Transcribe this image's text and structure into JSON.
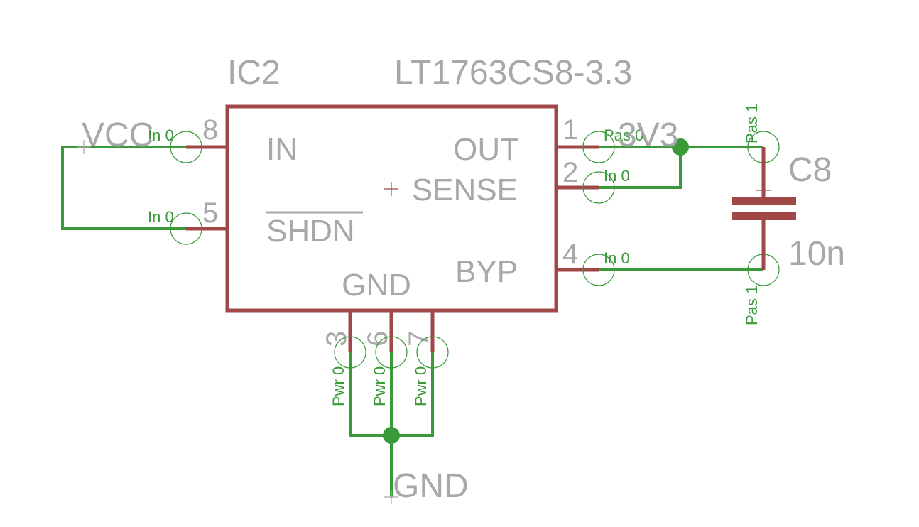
{
  "part": {
    "refdes": "IC2",
    "value": "LT1763CS8-3.3"
  },
  "pins": {
    "in": {
      "name": "IN",
      "number": "8",
      "type": "In 0"
    },
    "shdn": {
      "name": "SHDN",
      "number": "5",
      "type": "In 0"
    },
    "out": {
      "name": "OUT",
      "number": "1",
      "type": "Pas 0"
    },
    "sense": {
      "name": "SENSE",
      "number": "2",
      "type": "In 0"
    },
    "byp": {
      "name": "BYP",
      "number": "4",
      "type": "In 0"
    },
    "gnd_group": {
      "name": "GND"
    },
    "gnd3": {
      "number": "3",
      "type": "Pwr 0"
    },
    "gnd6": {
      "number": "6",
      "type": "Pwr 0"
    },
    "gnd7": {
      "number": "7",
      "type": "Pwr 0"
    }
  },
  "nets": {
    "vcc": "VCC",
    "v3v3": "3V3",
    "gnd": "GND"
  },
  "capacitor": {
    "refdes": "C8",
    "value": "10n",
    "pin_top_type": "Pas 1",
    "pin_bottom_type": "Pas 1"
  },
  "colors": {
    "symbol": "#a04848",
    "wire": "#3a9a3a",
    "text": "#a8a8a8"
  }
}
